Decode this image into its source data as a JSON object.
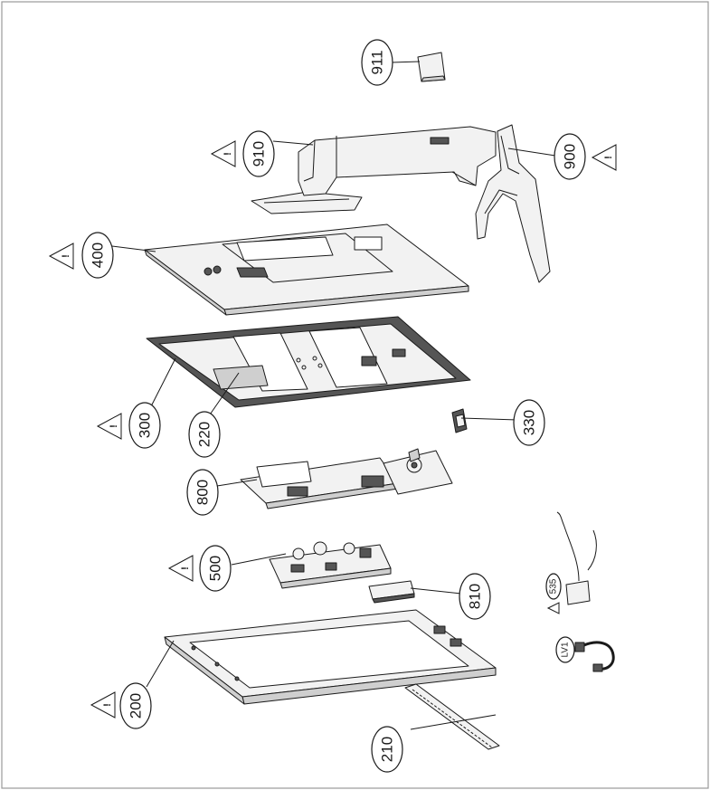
{
  "diagram": {
    "callouts": [
      {
        "id": "911",
        "label": "911",
        "warning": false
      },
      {
        "id": "910",
        "label": "910",
        "warning": true
      },
      {
        "id": "900",
        "label": "900",
        "warning": true
      },
      {
        "id": "400",
        "label": "400",
        "warning": true
      },
      {
        "id": "300",
        "label": "300",
        "warning": true
      },
      {
        "id": "220",
        "label": "220",
        "warning": false
      },
      {
        "id": "330",
        "label": "330",
        "warning": false
      },
      {
        "id": "800",
        "label": "800",
        "warning": false
      },
      {
        "id": "500",
        "label": "500",
        "warning": true
      },
      {
        "id": "810",
        "label": "810",
        "warning": false
      },
      {
        "id": "535",
        "label": "535",
        "warning": false
      },
      {
        "id": "lv1",
        "label": "LV1",
        "warning": false
      },
      {
        "id": "200",
        "label": "200",
        "warning": true
      },
      {
        "id": "210",
        "label": "210",
        "warning": false
      }
    ],
    "warning_mark": "!",
    "line_color": "#1a1a1a",
    "border_color": "#999999",
    "fill_light": "#f2f2f2",
    "fill_mid": "#cfcfcf",
    "fill_dark": "#555555"
  }
}
